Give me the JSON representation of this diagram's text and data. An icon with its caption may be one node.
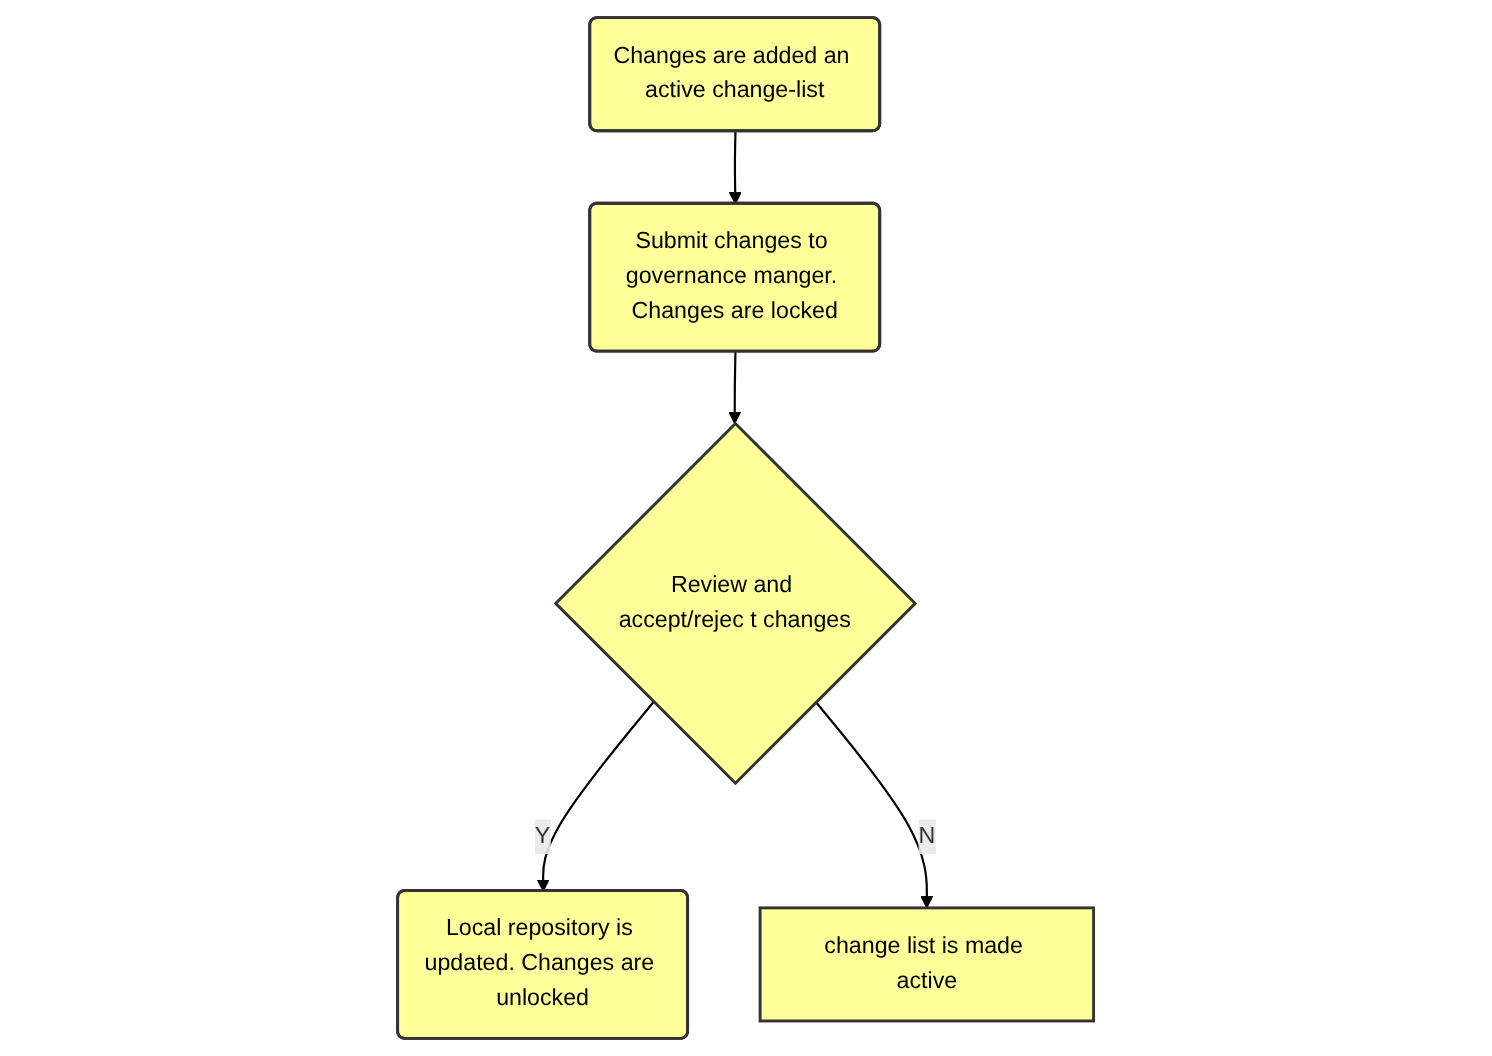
{
  "diagram": {
    "nodes": [
      {
        "text": [
          "Changes are added an active change-list"
        ]
      },
      {
        "text": [
          "Submit changes to governance manger. Changes are locked"
        ]
      },
      {
        "text": [
          "Review and accept/rejec t changes"
        ]
      },
      {
        "text": [
          "Local repository is updated. Changes are unlocked"
        ]
      },
      {
        "text": [
          "change list is made active"
        ]
      }
    ],
    "edges": [
      {
        "from": 0,
        "to": 1,
        "arrow": "to"
      },
      {
        "from": 1,
        "to": 2,
        "arrow": "to"
      },
      {
        "from": 2,
        "to": 3,
        "label": "Y",
        "arrow": "to"
      },
      {
        "from": 2,
        "to": 4,
        "label": "N",
        "arrow": "to"
      }
    ]
  }
}
